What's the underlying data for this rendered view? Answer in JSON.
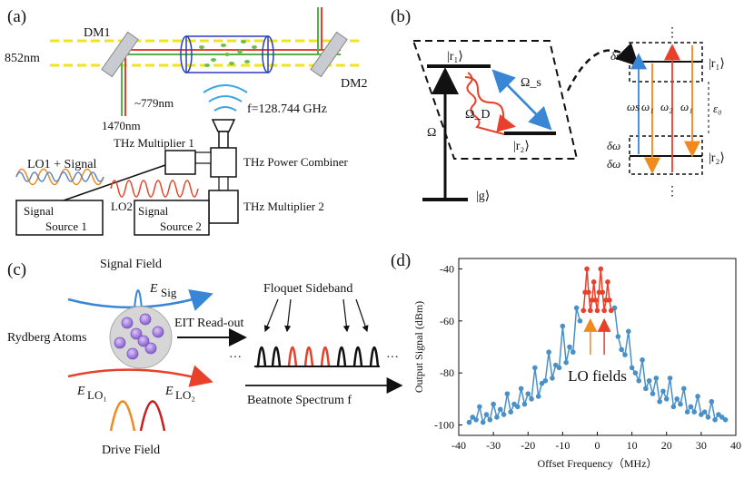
{
  "panel_a": {
    "label": "(a)",
    "dm1": "DM1",
    "dm2": "DM2",
    "wl_852": "852nm",
    "wl_779": "~779nm",
    "wl_1470": "1470nm",
    "freq": "f=128.744 GHz",
    "thz_mult1": "THz Multiplier 1",
    "thz_combiner": "THz Power Combiner",
    "thz_mult2": "THz Multiplier 2",
    "lo1_signal": "LO1 + Signal",
    "lo2": "LO2",
    "src1_line1": "Signal",
    "src1_line2": "Source 1",
    "src2_line1": "Signal",
    "src2_line2": "Source 2"
  },
  "panel_b": {
    "label": "(b)",
    "r1": "|r₁⟩",
    "r2": "|r₂⟩",
    "g": "|g⟩",
    "omega": "Ω",
    "omega_d": "Ω_D",
    "omega_s": "Ω_s",
    "r1_right": "|r₁⟩",
    "r2_right": "|r₂⟩",
    "delta_s": "δs",
    "eps0": "ε₀",
    "delta_omega": "δω",
    "w_s": "ωs",
    "w_1": "ω₁",
    "w_2": "ω₂",
    "w_1b": "ω₁",
    "dots": "⋮"
  },
  "panel_c": {
    "label": "(c)",
    "signal_field": "Signal Field",
    "e_sig": "E",
    "e_sig_sub": "Sig",
    "rydberg": "Rydberg Atoms",
    "eit": "EIT Read-out",
    "floquet": "Floquet Sideband",
    "e_lo1": "E",
    "e_lo1_sub": "LO₁",
    "e_lo2": "E",
    "e_lo2_sub": "LO₂",
    "beatnote": "Beatnote Spectrum f",
    "drive": "Drive Field",
    "ellipsis": "···"
  },
  "panel_d": {
    "label": "(d)",
    "lo_fields": "LO fields",
    "colors": {
      "blue": "#4a90c8",
      "red": "#e8402a",
      "orange": "#f08a1c"
    }
  },
  "chart_data": {
    "type": "line",
    "xlabel": "Offset Frequency（MHz）",
    "ylabel": "Output Signal (dBm)",
    "xlim": [
      -40,
      40
    ],
    "ylim": [
      -104,
      -36
    ],
    "xticks": [
      -40,
      -30,
      -20,
      -10,
      0,
      10,
      20,
      30,
      40
    ],
    "yticks": [
      -100,
      -80,
      -60,
      -40
    ],
    "series": [
      {
        "color": "#4a90c8",
        "x": [
          -37,
          -36,
          -35,
          -34,
          -33,
          -32,
          -31,
          -30,
          -29,
          -28,
          -27,
          -26,
          -25,
          -24,
          -23,
          -22,
          -21,
          -20,
          -19,
          -18,
          -17,
          -16,
          -15,
          -14,
          -13,
          -12,
          -11,
          -10,
          -9,
          -8,
          -7,
          -6,
          -5,
          5,
          6,
          7,
          8,
          9,
          10,
          11,
          12,
          13,
          14,
          15,
          16,
          17,
          18,
          19,
          20,
          21,
          22,
          23,
          24,
          25,
          26,
          27,
          28,
          29,
          30,
          31,
          32,
          33,
          34,
          35,
          36,
          37
        ],
        "y": [
          -99,
          -97,
          -98,
          -93,
          -99,
          -96,
          -98,
          -92,
          -97,
          -94,
          -96,
          -88,
          -95,
          -92,
          -93,
          -86,
          -92,
          -88,
          -90,
          -78,
          -89,
          -84,
          -83,
          -72,
          -82,
          -77,
          -78,
          -62,
          -76,
          -70,
          -72,
          -55,
          -60,
          -55,
          -66,
          -71,
          -73,
          -64,
          -78,
          -80,
          -83,
          -75,
          -86,
          -83,
          -88,
          -82,
          -91,
          -87,
          -90,
          -82,
          -93,
          -90,
          -92,
          -86,
          -95,
          -93,
          -95,
          -89,
          -96,
          -95,
          -97,
          -91,
          -98,
          -96,
          -97,
          -98
        ]
      },
      {
        "color": "#e8402a",
        "x": [
          -4,
          -3.5,
          -3,
          -2.5,
          -2,
          -1.5,
          -1,
          -0.5,
          0,
          0.5,
          1,
          1.5,
          2,
          2.5,
          3,
          3.5,
          4
        ],
        "y": [
          -56,
          -49,
          -40,
          -49,
          -56,
          -52,
          -45,
          -52,
          -56,
          -49,
          -40,
          -49,
          -56,
          -52,
          -45,
          -52,
          -56
        ]
      }
    ]
  }
}
